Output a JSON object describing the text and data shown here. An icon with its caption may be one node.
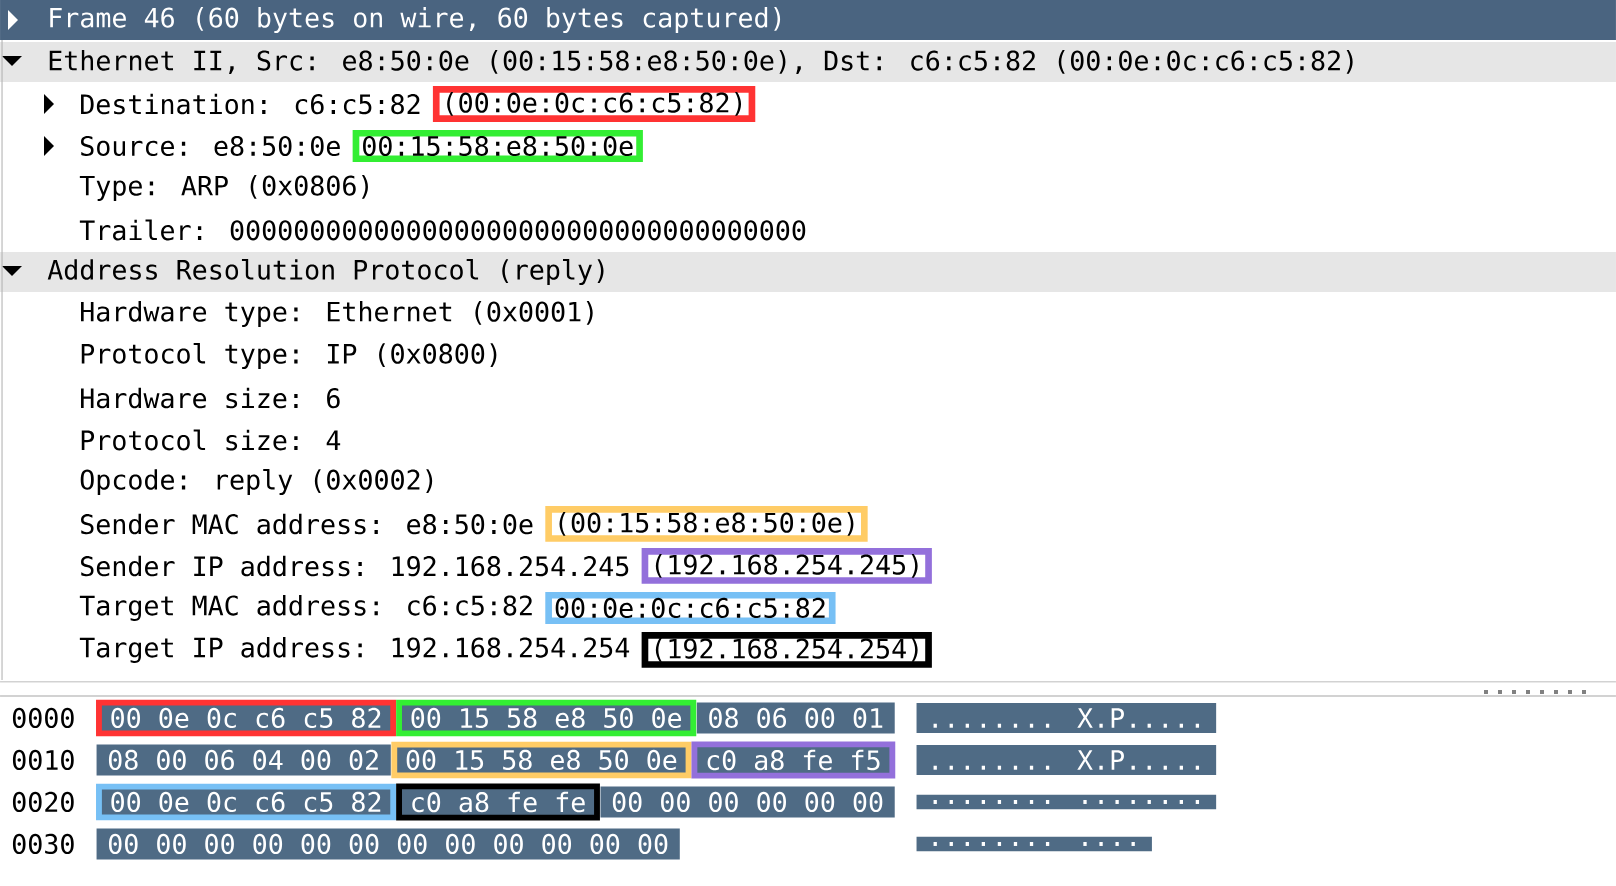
{
  "diagram": {
    "nodes": [
      {
        "text": [
          "(00:0e:0c:c6:c5:82)"
        ]
      },
      {
        "text": [
          "00:15:58:e8:50:0e"
        ]
      },
      {
        "text": [
          "(00:15:58:e8:50:0e)"
        ]
      },
      {
        "text": [
          "(192.168.254.245)"
        ]
      },
      {
        "text": [
          "00:0e:0c:c6:c5:82"
        ]
      },
      {
        "text": [
          "(192.168.254.254)"
        ]
      },
      {
        "text": [
          "00 0e 0c c6 c5 82"
        ]
      },
      {
        "text": [
          "00 15 58 e8 50 0e"
        ]
      },
      {
        "text": [
          "00 15 58 e8 50 0e"
        ]
      },
      {
        "text": [
          "c0 a8 fe f5"
        ]
      },
      {
        "text": [
          "00 0e 0c c6 c5 82"
        ]
      },
      {
        "text": [
          "c0 a8 fe fe"
        ]
      }
    ],
    "labels": [
      "Frame 46 (60 bytes on wire, 60 bytes captured)",
      "Ethernet II, Src: e8:50:0e (00:15:58:e8:50:0e), Dst: c6:c5:82 (00:0e:0c:c6:c5:82)",
      "Destination: c6:c5:82",
      "Source: e8:50:0e",
      "Type: ARP (0x0806)",
      "Trailer: 000000000000000000000000000000000000",
      "Address Resolution Protocol (reply)",
      "Hardware type: Ethernet (0x0001)",
      "Protocol type: IP (0x0800)",
      "Hardware size: 6",
      "Protocol size: 4",
      "Opcode: reply (0x0002)",
      "Sender MAC address: e8:50:0e",
      "Sender IP address: 192.168.254.245",
      "Target MAC address: c6:c5:82",
      "Target IP address: 192.168.254.254",
      "0000",
      "08 06 00 01",
      "........ X.P.....",
      "0010",
      "08 00 06 04 00 02",
      "........ X.P.....",
      "0020",
      "00 00 00 00 00 00",
      "........ ........",
      "0030",
      "00 00 00 00 00 00 00 00 00 00 00 00",
      "........ ...."
    ]
  }
}
